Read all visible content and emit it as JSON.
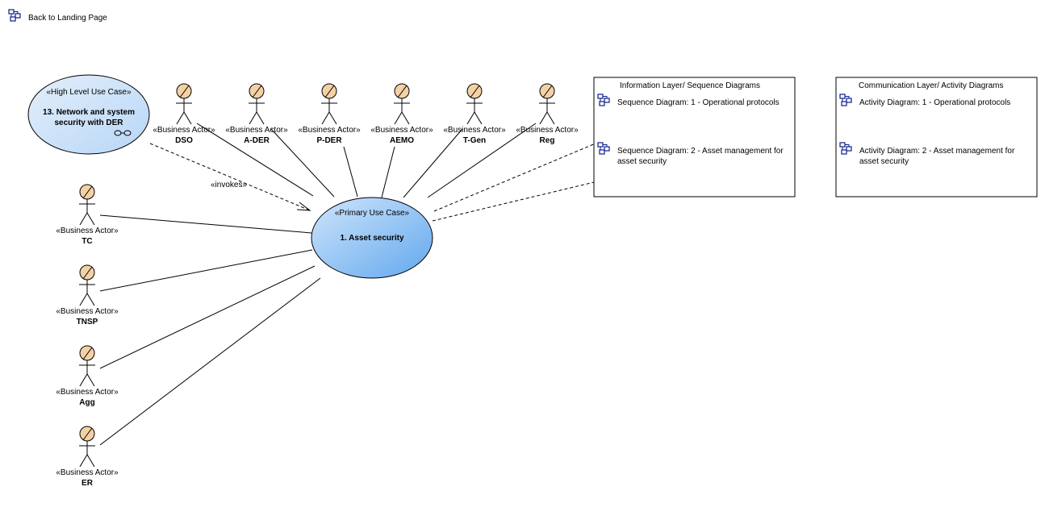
{
  "back_link": {
    "label": "Back to Landing Page"
  },
  "high_level_use_case": {
    "stereotype": "«High Level Use Case»",
    "name_line1": "13. Network and system",
    "name_line2": "security with DER"
  },
  "primary_use_case": {
    "stereotype": "«Primary Use Case»",
    "name": "1. Asset security"
  },
  "invokes_label": "«invokes»",
  "actor_stereotype": "«Business Actor»",
  "top_actors": [
    "DSO",
    "A-DER",
    "P-DER",
    "AEMO",
    "T-Gen",
    "Reg"
  ],
  "left_actors": [
    "TC",
    "TNSP",
    "Agg",
    "ER"
  ],
  "information_layer": {
    "title": "Information Layer/ Sequence Diagrams",
    "items": [
      {
        "line1": "Sequence Diagram: 1 - Operational protocols",
        "line2": ""
      },
      {
        "line1": "Sequence Diagram: 2 - Asset management for",
        "line2": "asset security"
      }
    ]
  },
  "communication_layer": {
    "title": "Communication Layer/ Activity Diagrams",
    "items": [
      {
        "line1": "Activity Diagram: 1 - Operational protocols",
        "line2": ""
      },
      {
        "line1": "Activity Diagram: 2 - Asset management for",
        "line2": "asset security"
      }
    ]
  },
  "colors": {
    "actor_head": "#f4d1a4",
    "primary_use_case_fill": "#78b7f2",
    "high_level_fill": "#cfe4f8",
    "diagram_icon": "#0a1e8c"
  }
}
